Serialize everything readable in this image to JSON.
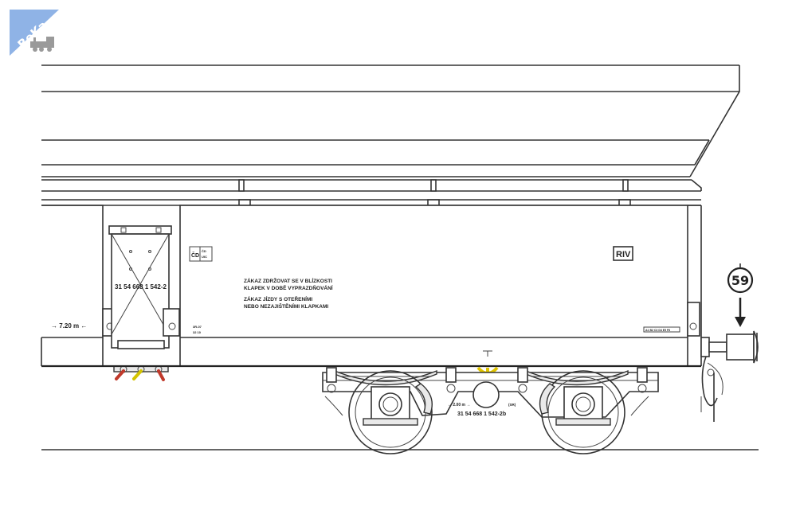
{
  "watermark": {
    "logo_text": "BeKa",
    "colors": {
      "logo_blue": "#8fb3e6",
      "logo_gray": "#9a9a9a"
    }
  },
  "wagon": {
    "hatch_number": "31 54 668 1 542-2",
    "distance_left": "→ 7.20 m ←",
    "owner_mark": "ČD",
    "owner_small_lines": [
      "ČD",
      "UIC"
    ],
    "riv_label": "RIV",
    "warning_lines": [
      "ZÁKAZ ZDRŽOVAT SE V BLÍZKOSTI",
      "KLAPEK V DOBĚ VYPRAZDŇOVÁNÍ",
      "ZÁKAZ JÍZDY S OTEŘENÍMI",
      "NEBO NEZAJIŠTĚNÍMI KLAPKAMI"
    ],
    "small_marks_left": [
      "3R-07",
      "32 10"
    ],
    "data_panel_text": "A1 B2 C3 D4 E5 F6",
    "bogie_distance": "← 2.00 m →",
    "bogie_mark": "(SR)",
    "bogie_number": "31 54 668 1 542-2b",
    "route_number": "59",
    "colors": {
      "lever_red": "#c0392b",
      "lever_yellow": "#d4c400",
      "yellow_mark": "#e0c400",
      "line": "#333333"
    }
  }
}
